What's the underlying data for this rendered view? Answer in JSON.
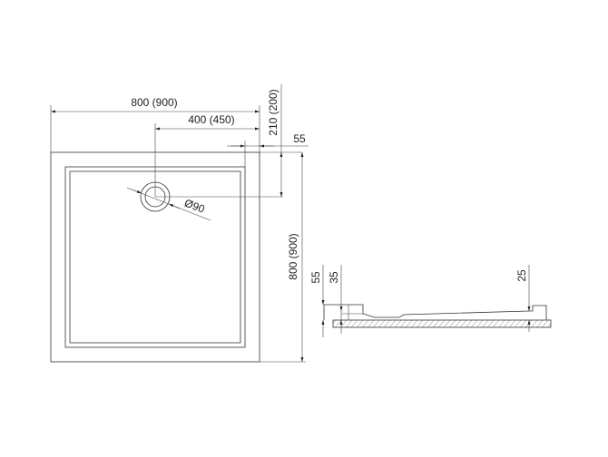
{
  "top_view": {
    "width_label": "800 (900)",
    "drain_offset_x_label": "400 (450)",
    "drain_offset_y_label": "210 (200)",
    "rim_label": "55",
    "depth_label": "800 (900)",
    "drain_diameter_label": "Ø90"
  },
  "side_view": {
    "total_height_label": "55",
    "rim_height_label": "35",
    "drain_side_height_label": "25"
  },
  "colors": {
    "line": "#333333",
    "background": "#ffffff"
  }
}
